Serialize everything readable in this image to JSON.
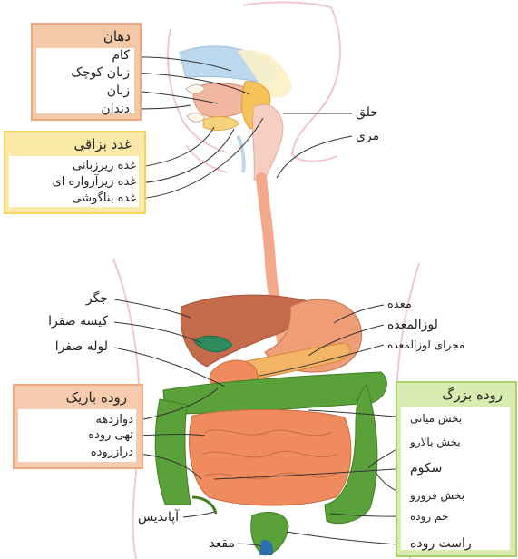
{
  "colors": {
    "mouth_box": "#f4c9a7",
    "mouth_border": "#f0a77e",
    "salivary_box": "#fbe9a8",
    "salivary_border": "#f3d45e",
    "small_intestine_box": "#f7ccae",
    "large_intestine_box": "#d9ecb0",
    "large_intestine_border": "#a9cf6c",
    "liver": "#c56a4a",
    "stomach": "#ee9d74",
    "intestine": "#f08b5e",
    "colon": "#5aa13a",
    "esophagus": "#f4a98a",
    "body_outline": "#f1c7cf"
  },
  "mouth_group": {
    "title": "دهان",
    "items": [
      "کام",
      "زبان کوچک",
      "زبان",
      "دندان"
    ]
  },
  "salivary_group": {
    "title": "غدد بزاقی",
    "items": [
      "غده زیرزبانی",
      "غده زیرآرواره ای",
      "غده بناگوشی"
    ]
  },
  "throat": {
    "pharynx": "حلق",
    "esophagus": "مری"
  },
  "upper_left": {
    "liver": "جگر",
    "gallbladder": "کیسه صفرا",
    "bile_duct": "لوله صفرا"
  },
  "upper_right": {
    "stomach": "معده",
    "pancreas": "لوزالمعده",
    "pancreatic_duct": "مجرای لوزالمعده"
  },
  "small_intestine_group": {
    "title": "روده باریک",
    "items": [
      "دوازدهه",
      "تهی روده",
      "درازروده"
    ]
  },
  "large_intestine_group": {
    "title": "روده بزرگ",
    "items": [
      "بخش میانی",
      "بخش بالارو",
      "سکوم",
      "بخش فرورو",
      "خم روده",
      "راست روده"
    ]
  },
  "bottom": {
    "appendix": "آپاندیس",
    "anus": "مقعد"
  }
}
